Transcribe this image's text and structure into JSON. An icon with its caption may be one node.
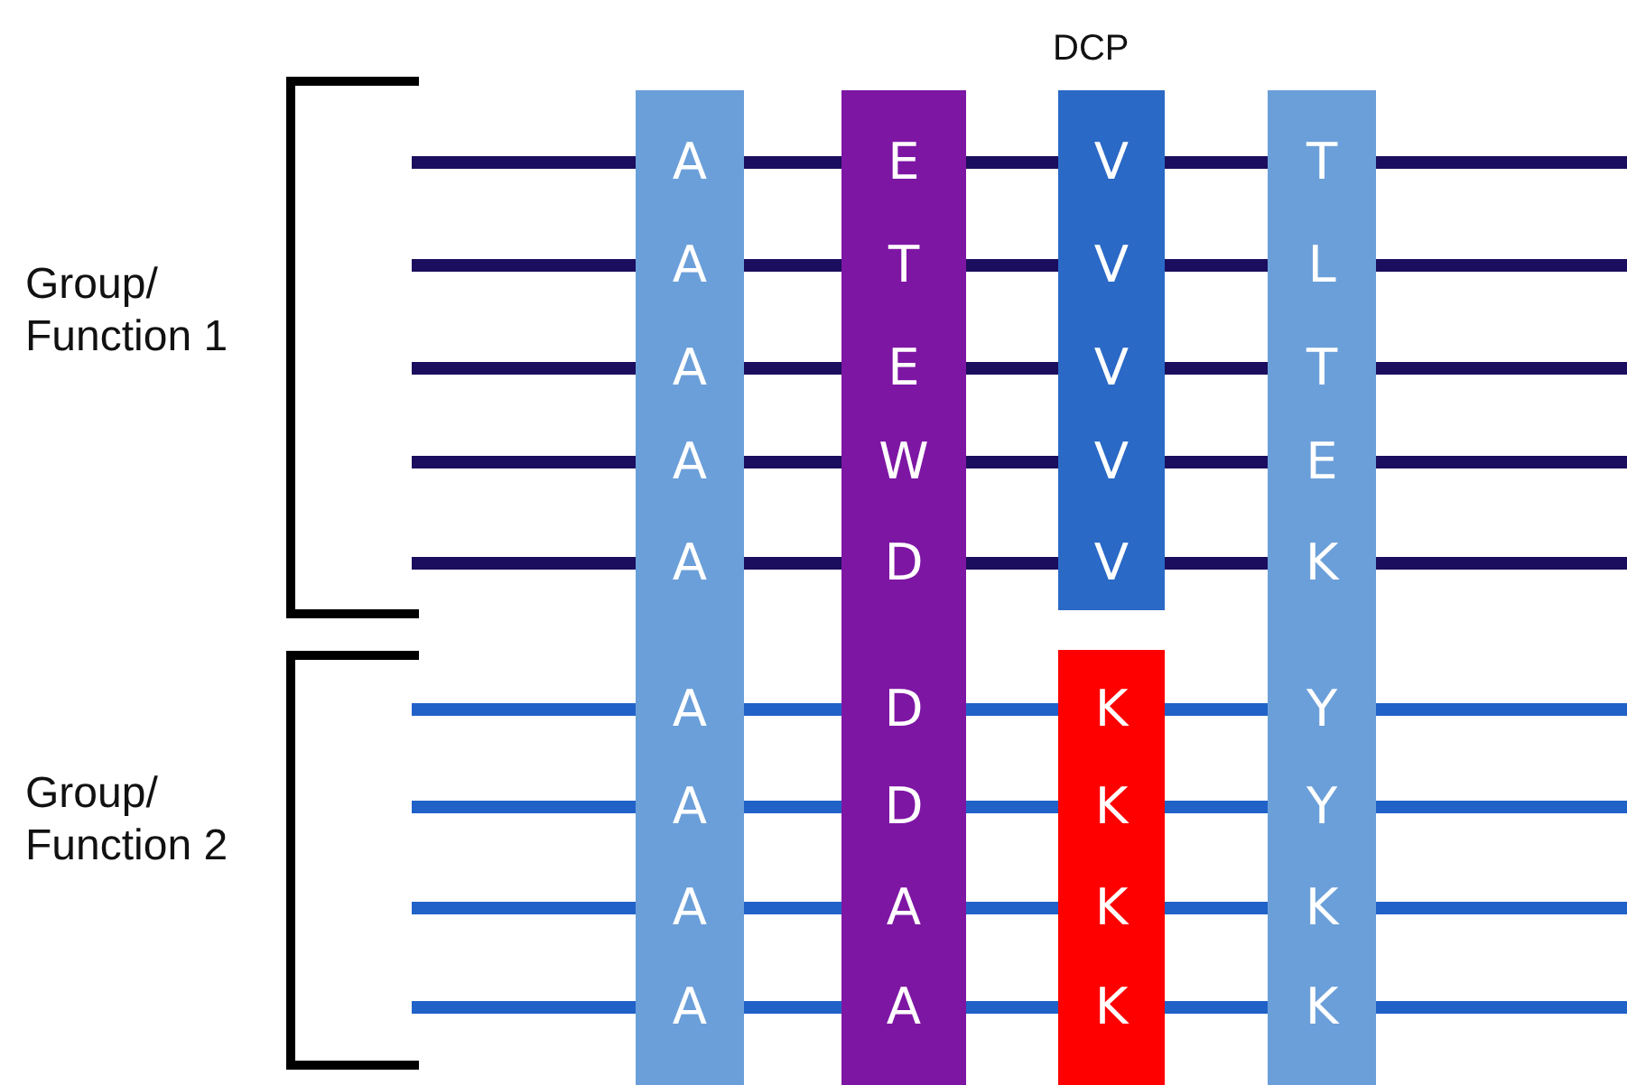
{
  "diagram": {
    "nodes": [
      {
        "text": [
          "A",
          "A",
          "A",
          "A",
          "A",
          "A",
          "A",
          "A",
          "A"
        ]
      },
      {
        "text": [
          "E",
          "T",
          "E",
          "W",
          "D",
          "D",
          "D",
          "A",
          "A"
        ]
      },
      {
        "text": [
          "V",
          "V",
          "V",
          "V",
          "V"
        ],
        "beside": [
          "DCP"
        ]
      },
      {
        "text": [
          "K",
          "K",
          "K",
          "K"
        ]
      },
      {
        "text": [
          "T",
          "L",
          "T",
          "E",
          "K",
          "Y",
          "Y",
          "K",
          "K"
        ]
      }
    ],
    "edges": [],
    "labels": [
      "Group/ Function 1",
      "Group/ Function 2"
    ]
  }
}
